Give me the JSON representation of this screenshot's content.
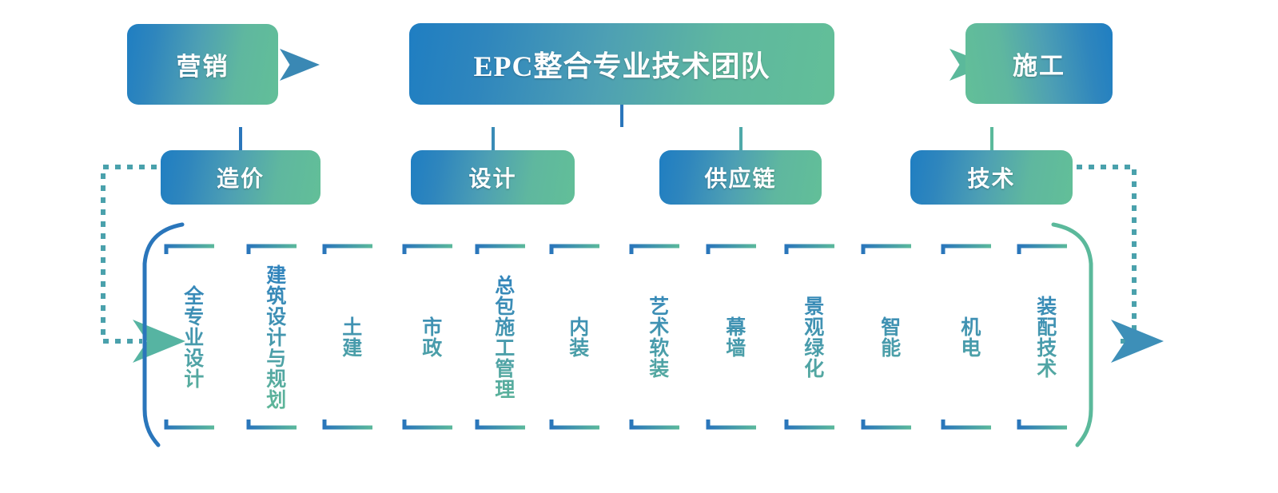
{
  "diagram": {
    "title": "EPC整合专业技术团队",
    "left_node": "营销",
    "right_node": "施工",
    "level2": [
      {
        "label": "造价"
      },
      {
        "label": "设计"
      },
      {
        "label": "供应链"
      },
      {
        "label": "技术"
      }
    ],
    "items": [
      {
        "label": "全专业设计"
      },
      {
        "label": "建筑设计与规划"
      },
      {
        "label": "土建"
      },
      {
        "label": "市政"
      },
      {
        "label": "总包施工管理"
      },
      {
        "label": "内装"
      },
      {
        "label": "艺术软装"
      },
      {
        "label": "幕墙"
      },
      {
        "label": "景观绿化"
      },
      {
        "label": "智能"
      },
      {
        "label": "机电"
      },
      {
        "label": "装配技术"
      }
    ],
    "colors": {
      "blue": "#1f7ec2",
      "green": "#62bf98",
      "mid": "#4d9fb4",
      "connector_blue": "#2a76bb",
      "connector_green": "#5bb99b",
      "text_white": "#ffffff"
    },
    "connectors": {
      "left_arrow_direction": "left",
      "right_arrow_direction": "right",
      "left_feedback_arrow": "right",
      "right_feedback_arrow": "left",
      "line_style_main": "solid",
      "line_style_side": "dashed",
      "line_style_loop": "dotted"
    }
  }
}
